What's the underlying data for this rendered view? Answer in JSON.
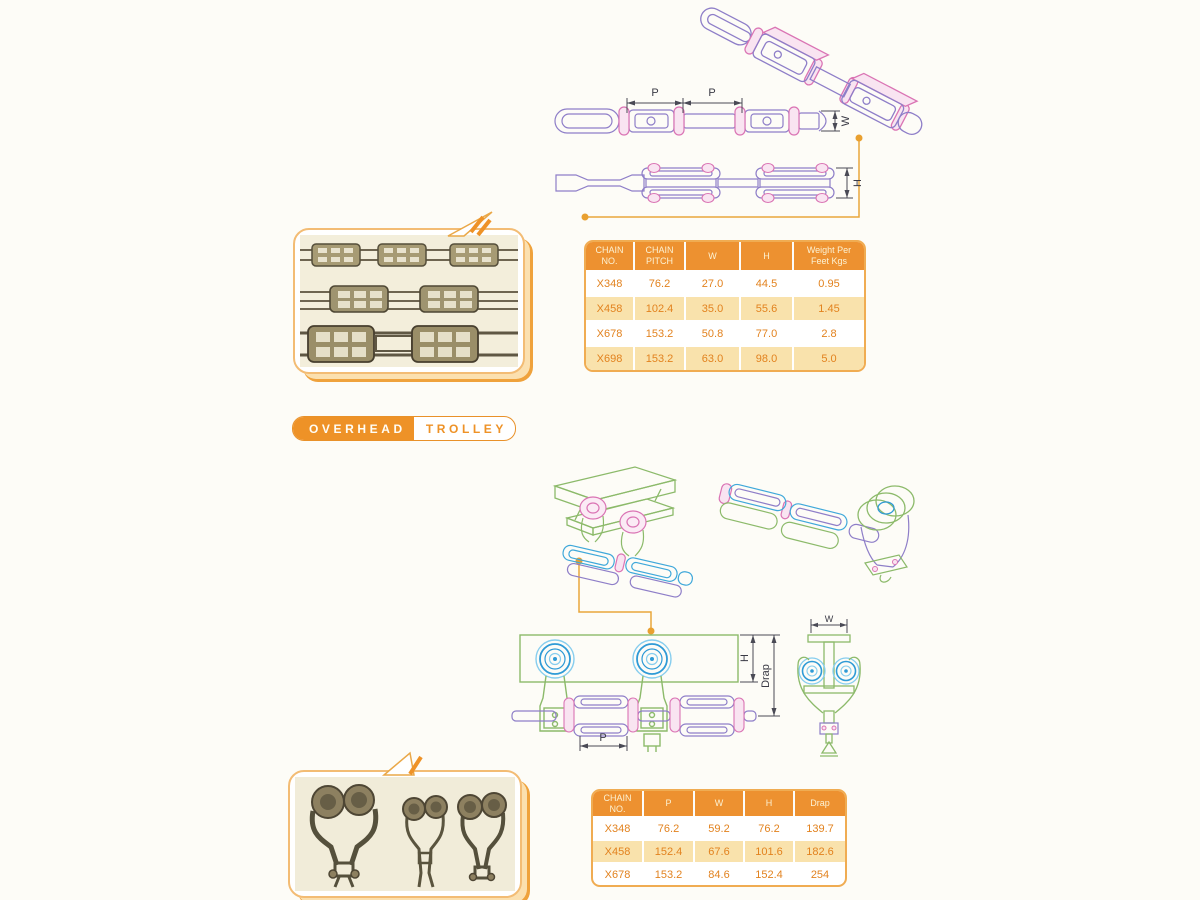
{
  "page": {
    "colors": {
      "accent_orange": "#EE9227",
      "table_header_orange": "#ED9130",
      "table_row_alt": "#F9E2AC",
      "table_cell_text": "#E2821E",
      "drawing_purple": "#8E7EC8",
      "drawing_pink": "#DA74B4",
      "drawing_green": "#8CBA6A",
      "drawing_blue": "#2E9AD6",
      "callout_orange": "#E9A63B"
    }
  },
  "badge": {
    "left": "OVERHEAD",
    "right": "TROLLEY"
  },
  "section1": {
    "drawings": {
      "p_label": "P",
      "w_label": "W",
      "h_label": "H"
    },
    "table": {
      "headers": [
        "CHAIN\nNO.",
        "CHAIN\nPITCH",
        "W",
        "H",
        "Weight Per\nFeet Kgs"
      ],
      "rows": [
        [
          "X348",
          "76.2",
          "27.0",
          "44.5",
          "0.95"
        ],
        [
          "X458",
          "102.4",
          "35.0",
          "55.6",
          "1.45"
        ],
        [
          "X678",
          "153.2",
          "50.8",
          "77.0",
          "2.8"
        ],
        [
          "X698",
          "153.2",
          "63.0",
          "98.0",
          "5.0"
        ]
      ]
    }
  },
  "section2": {
    "drawings": {
      "p_label": "P",
      "w_label": "W",
      "h_label": "H",
      "drap_label": "Drap"
    },
    "table": {
      "headers": [
        "CHAIN\nNO.",
        "P",
        "W",
        "H",
        "Drap"
      ],
      "rows": [
        [
          "X348",
          "76.2",
          "59.2",
          "76.2",
          "139.7"
        ],
        [
          "X458",
          "152.4",
          "67.6",
          "101.6",
          "182.6"
        ],
        [
          "X678",
          "153.2",
          "84.6",
          "152.4",
          "254"
        ]
      ]
    }
  }
}
